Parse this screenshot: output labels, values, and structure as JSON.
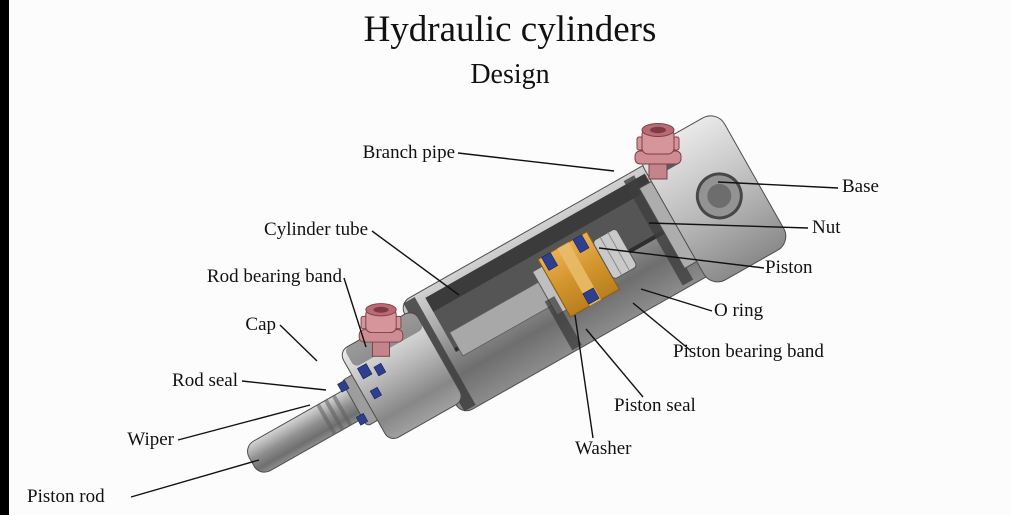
{
  "title": "Hydraulic cylinders",
  "subtitle": "Design",
  "labels": {
    "branch_pipe": "Branch pipe",
    "base": "Base",
    "cylinder_tube": "Cylinder tube",
    "nut": "Nut",
    "rod_bearing_band": "Rod bearing band",
    "piston": "Piston",
    "cap": "Cap",
    "o_ring": "O ring",
    "rod_seal": "Rod seal",
    "piston_bearing_band": "Piston bearing band",
    "wiper": "Wiper",
    "piston_seal": "Piston seal",
    "washer": "Washer",
    "piston_rod": "Piston rod"
  },
  "colors": {
    "background": "#fcfcfc",
    "text": "#111111",
    "leader_line": "#111111",
    "metal_light": "#ececec",
    "metal_dark": "#6e6e6e",
    "interior_gray": "#555555",
    "piston_orange": "#d3952d",
    "seal_blue": "#2e3f8f",
    "fitting_pink": "#d6959b"
  }
}
